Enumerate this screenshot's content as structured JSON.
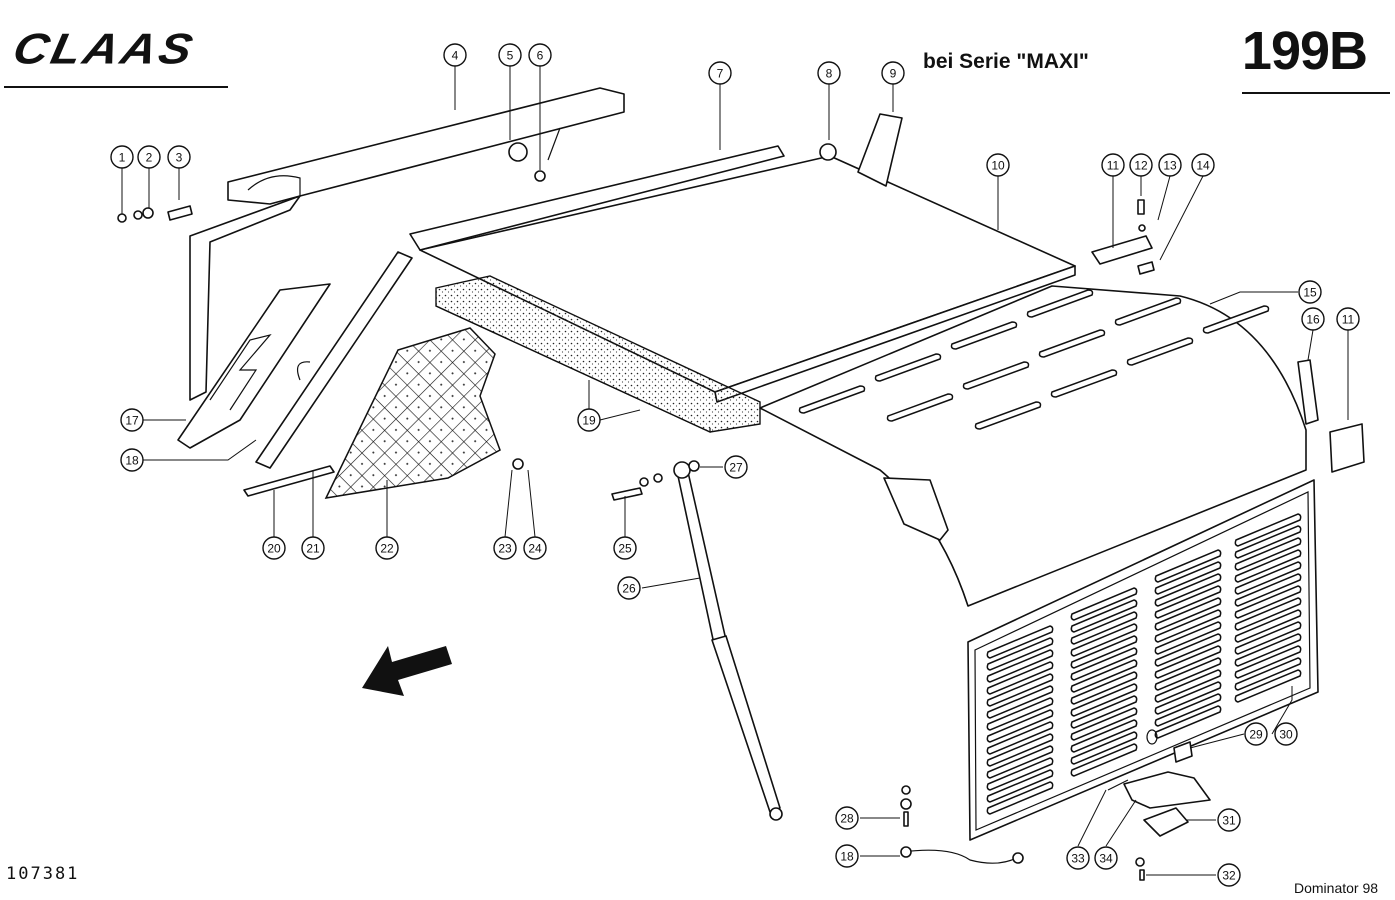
{
  "header": {
    "brand": "CLAAS",
    "sheet_number": "199B",
    "note": "bei Serie \"MAXI\""
  },
  "footer": {
    "drawing_number": "107381",
    "model": "Dominator 98"
  },
  "callouts": [
    "1",
    "2",
    "3",
    "4",
    "5",
    "6",
    "7",
    "8",
    "9",
    "10",
    "11",
    "12",
    "13",
    "14",
    "15",
    "16",
    "11",
    "17",
    "18",
    "19",
    "20",
    "21",
    "22",
    "23",
    "24",
    "25",
    "26",
    "27",
    "28",
    "18",
    "29",
    "30",
    "31",
    "32",
    "33",
    "34"
  ]
}
